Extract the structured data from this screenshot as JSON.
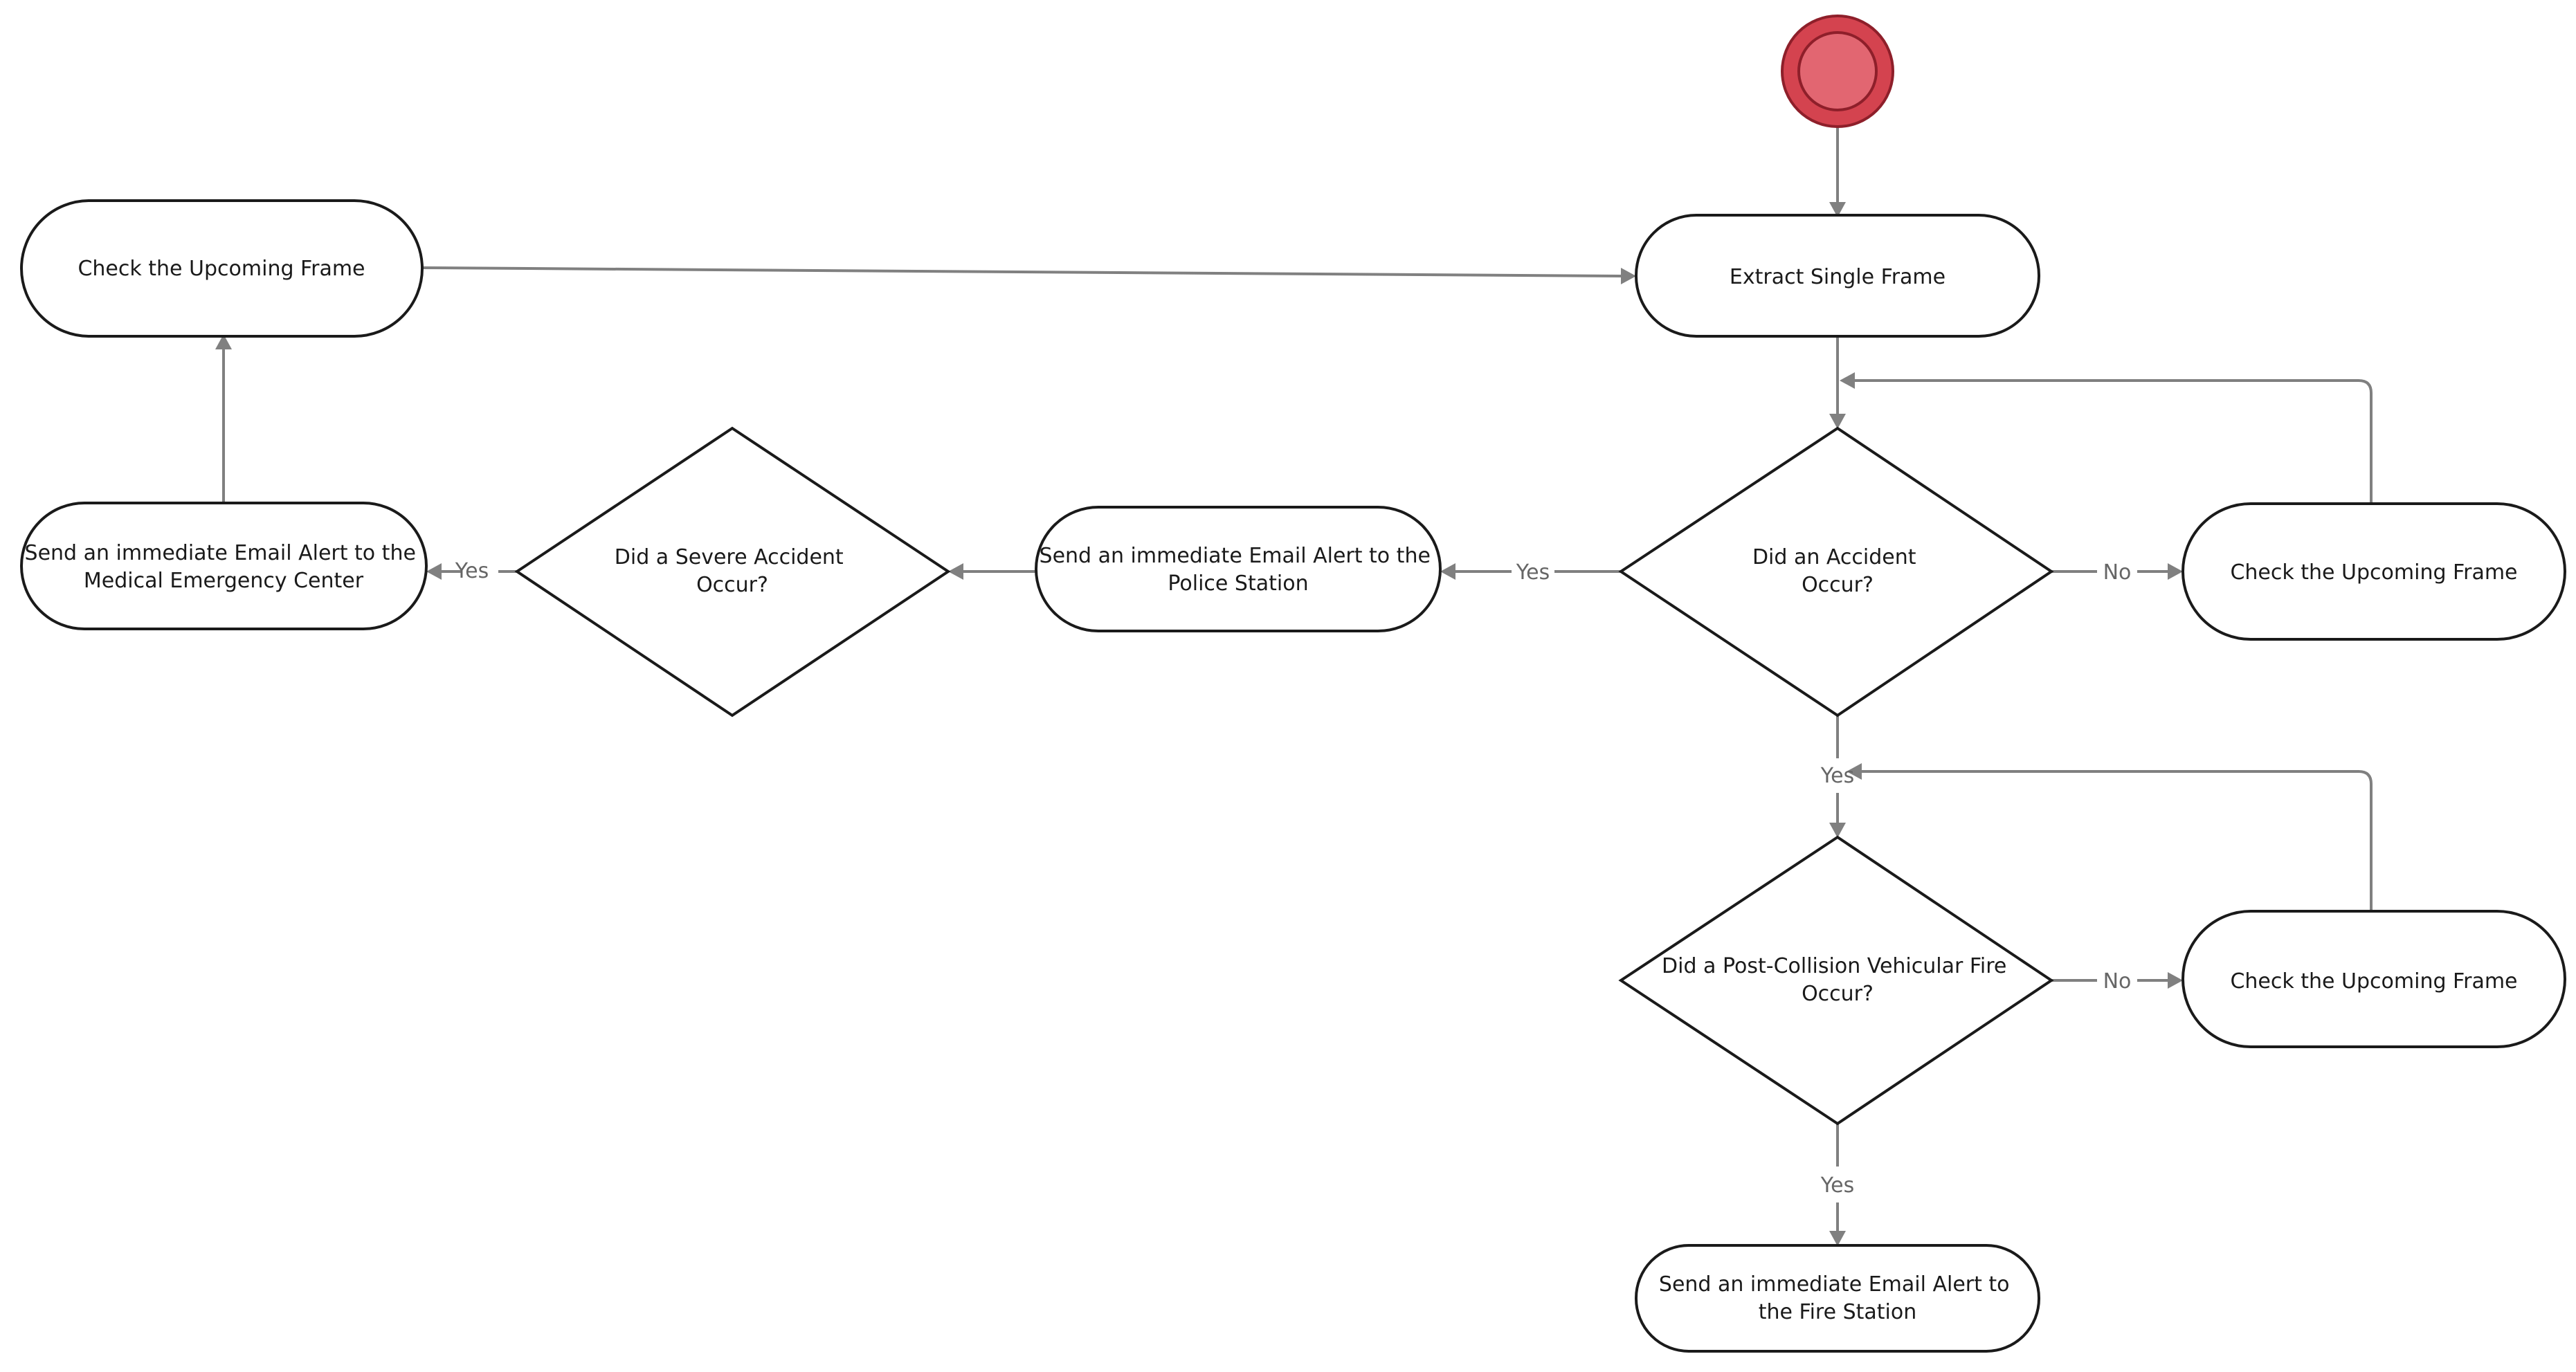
{
  "colors": {
    "start_fill": "#e26671",
    "start_ring": "#d4434f",
    "start_stroke": "#8e1f2a",
    "node_stroke": "#1a1a1a",
    "edge": "#808080",
    "label": "#666666"
  },
  "nodes": {
    "extract": {
      "lines": [
        "Extract Single Frame"
      ]
    },
    "accident": {
      "lines": [
        "Did an Accident",
        "Occur?"
      ]
    },
    "check_right_top": {
      "lines": [
        "Check the Upcoming Frame"
      ]
    },
    "police": {
      "lines": [
        "Send an immediate Email Alert to the",
        "Police Station"
      ]
    },
    "severe": {
      "lines": [
        "Did a Severe Accident",
        "Occur?"
      ]
    },
    "medical": {
      "lines": [
        "Send an immediate Email Alert to the",
        "Medical Emergency Center"
      ]
    },
    "check_left_top": {
      "lines": [
        "Check the Upcoming Frame"
      ]
    },
    "fire": {
      "lines": [
        "Did a Post-Collision Vehicular Fire",
        "Occur?"
      ]
    },
    "check_right_bottom": {
      "lines": [
        "Check the Upcoming Frame"
      ]
    },
    "fire_station": {
      "lines": [
        "Send an immediate Email Alert to",
        "the Fire Station"
      ]
    }
  },
  "edge_labels": {
    "accident_no": "No",
    "accident_yes_left": "Yes",
    "severe_yes": "Yes",
    "accident_yes_down": "Yes",
    "fire_no": "No",
    "fire_yes": "Yes"
  }
}
